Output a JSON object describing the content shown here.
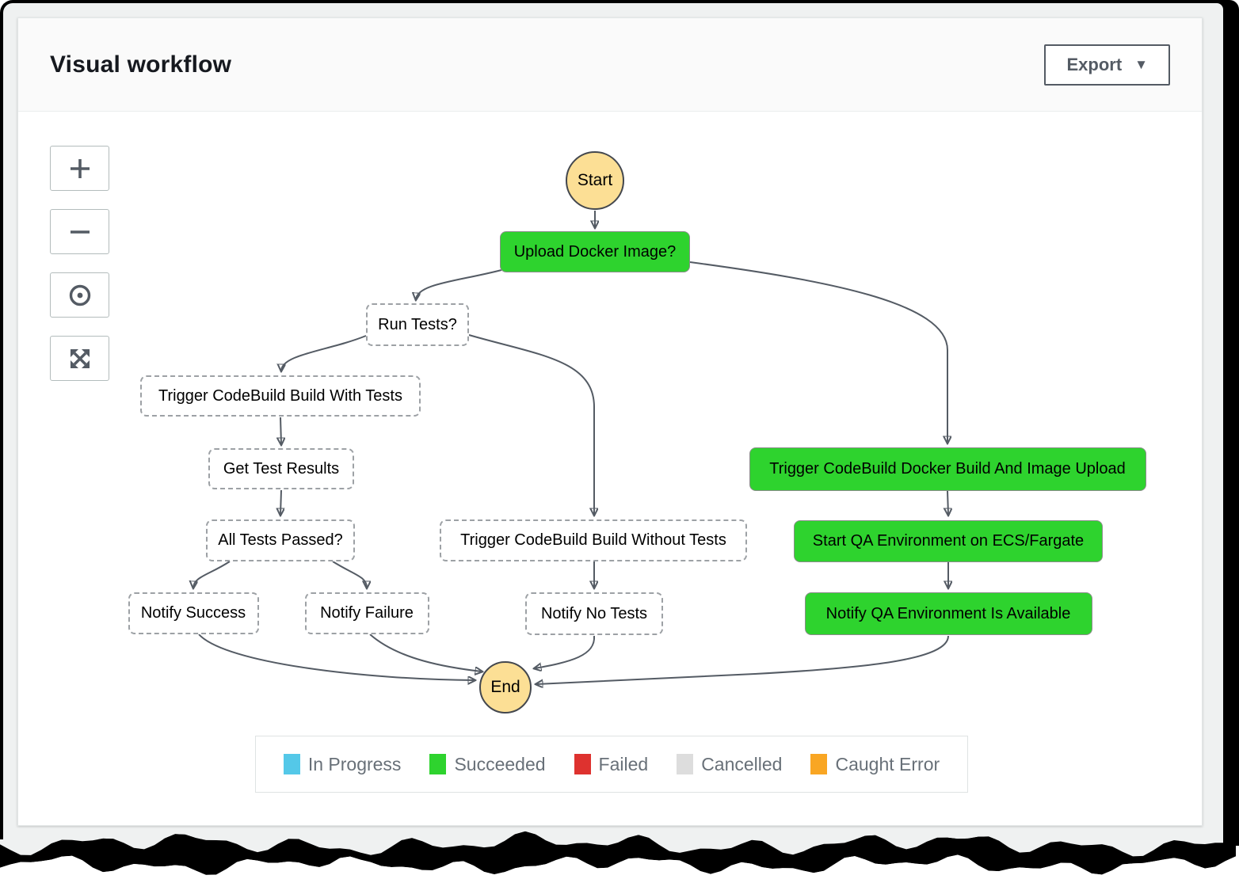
{
  "header": {
    "title": "Visual workflow"
  },
  "toolbar": {
    "export_label": "Export",
    "export_caret_icon": "caret-down-icon"
  },
  "zoom_controls": [
    {
      "name": "zoom-in",
      "icon": "plus-icon"
    },
    {
      "name": "zoom-out",
      "icon": "minus-icon"
    },
    {
      "name": "center-view",
      "icon": "target-dot-icon"
    },
    {
      "name": "fit-to-view",
      "icon": "expand-arrows-icon"
    }
  ],
  "diagram": {
    "nodes": [
      {
        "id": "start",
        "label": "Start",
        "kind": "terminal"
      },
      {
        "id": "upload",
        "label": "Upload Docker Image?",
        "kind": "succeeded"
      },
      {
        "id": "run-tests",
        "label": "Run Tests?",
        "kind": "not-executed"
      },
      {
        "id": "with-tests",
        "label": "Trigger CodeBuild Build With Tests",
        "kind": "not-executed"
      },
      {
        "id": "get-results",
        "label": "Get Test Results",
        "kind": "not-executed"
      },
      {
        "id": "all-passed",
        "label": "All Tests Passed?",
        "kind": "not-executed"
      },
      {
        "id": "notify-success",
        "label": "Notify Success",
        "kind": "not-executed"
      },
      {
        "id": "notify-failure",
        "label": "Notify Failure",
        "kind": "not-executed"
      },
      {
        "id": "without-tests",
        "label": "Trigger CodeBuild Build Without Tests",
        "kind": "not-executed"
      },
      {
        "id": "notify-no-tests",
        "label": "Notify No Tests",
        "kind": "not-executed"
      },
      {
        "id": "docker-build",
        "label": "Trigger CodeBuild Docker Build And Image Upload",
        "kind": "succeeded"
      },
      {
        "id": "start-qa",
        "label": "Start QA Environment on ECS/Fargate",
        "kind": "succeeded"
      },
      {
        "id": "notify-qa",
        "label": "Notify QA Environment Is Available",
        "kind": "succeeded"
      },
      {
        "id": "end",
        "label": "End",
        "kind": "terminal"
      }
    ],
    "edges": [
      [
        "start",
        "upload"
      ],
      [
        "upload",
        "run-tests"
      ],
      [
        "upload",
        "docker-build"
      ],
      [
        "run-tests",
        "with-tests"
      ],
      [
        "run-tests",
        "without-tests"
      ],
      [
        "with-tests",
        "get-results"
      ],
      [
        "get-results",
        "all-passed"
      ],
      [
        "all-passed",
        "notify-success"
      ],
      [
        "all-passed",
        "notify-failure"
      ],
      [
        "without-tests",
        "notify-no-tests"
      ],
      [
        "notify-success",
        "end"
      ],
      [
        "notify-failure",
        "end"
      ],
      [
        "notify-no-tests",
        "end"
      ],
      [
        "docker-build",
        "start-qa"
      ],
      [
        "start-qa",
        "notify-qa"
      ],
      [
        "notify-qa",
        "end"
      ]
    ]
  },
  "legend": {
    "items": [
      {
        "label": "In Progress",
        "color": "#54C8E8"
      },
      {
        "label": "Succeeded",
        "color": "#2ED32E"
      },
      {
        "label": "Failed",
        "color": "#DE322F"
      },
      {
        "label": "Cancelled",
        "color": "#DDDDDD"
      },
      {
        "label": "Caught Error",
        "color": "#F9A623"
      }
    ]
  },
  "colors": {
    "succeeded_fill": "#2ED32E",
    "terminal_fill": "#FCDF95",
    "edge": "#545B64",
    "legend_text": "#687078"
  }
}
